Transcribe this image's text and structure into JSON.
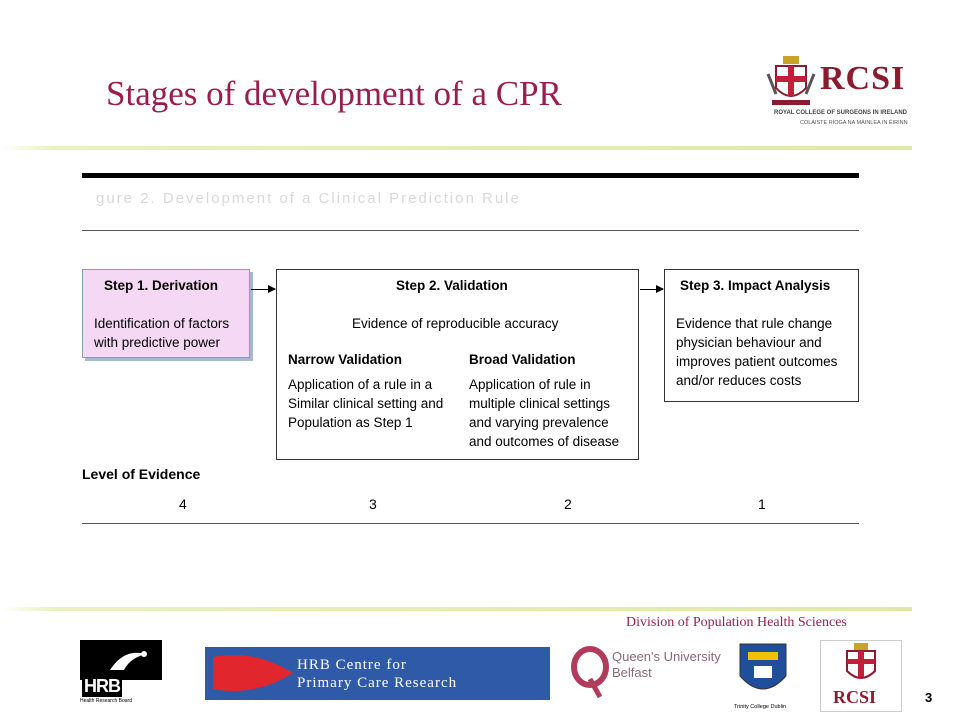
{
  "slide": {
    "title": "Stages of development of a CPR",
    "footer_text": "Division of Population Health Sciences",
    "page_number": "3"
  },
  "diagram": {
    "faded_caption": "gure 2. Development of a Clinical Prediction Rule",
    "step1": {
      "heading": "Step 1. Derivation",
      "lines": [
        "Identification of factors",
        "with predictive power"
      ]
    },
    "step2": {
      "heading": "Step 2. Validation",
      "summary": "Evidence of reproducible accuracy",
      "narrow": {
        "heading": "Narrow Validation",
        "lines": [
          "Application of a rule in a",
          "Similar clinical setting and",
          "Population as Step 1"
        ]
      },
      "broad": {
        "heading": "Broad Validation",
        "lines": [
          "Application of rule in",
          "multiple clinical settings",
          "and varying prevalence",
          "and outcomes of disease"
        ]
      }
    },
    "step3": {
      "heading": "Step 3. Impact Analysis",
      "lines": [
        "Evidence that rule change",
        "physician behaviour and",
        "improves patient outcomes",
        "and/or reduces costs"
      ]
    },
    "evidence": {
      "label": "Level of Evidence",
      "levels": [
        "4",
        "3",
        "2",
        "1"
      ]
    }
  },
  "logos": {
    "rcsi_top": {
      "wordmark": "RCSI",
      "line1": "ROYAL COLLEGE OF SURGEONS IN IRELAND",
      "line2": "COLÁISTE RÍOGA NA MÁINLEA IN ÉIRINN"
    },
    "hrb": {
      "wordmark": "HRB",
      "subtitle": "Health Research Board"
    },
    "centre": {
      "line1": "HRB Centre for",
      "line2": "Primary Care Research"
    },
    "qub": {
      "line1": "Queen's University",
      "line2": "Belfast"
    },
    "tcd": {
      "label": "Trinity College Dublin"
    },
    "rcsi_bottom": {
      "wordmark": "RCSI"
    }
  },
  "colors": {
    "title": "#9b1d4d",
    "step1_fill": "#f5d8f3",
    "centre_logo": "#2f5aa8",
    "accent_rule": "#dfe9a6"
  }
}
